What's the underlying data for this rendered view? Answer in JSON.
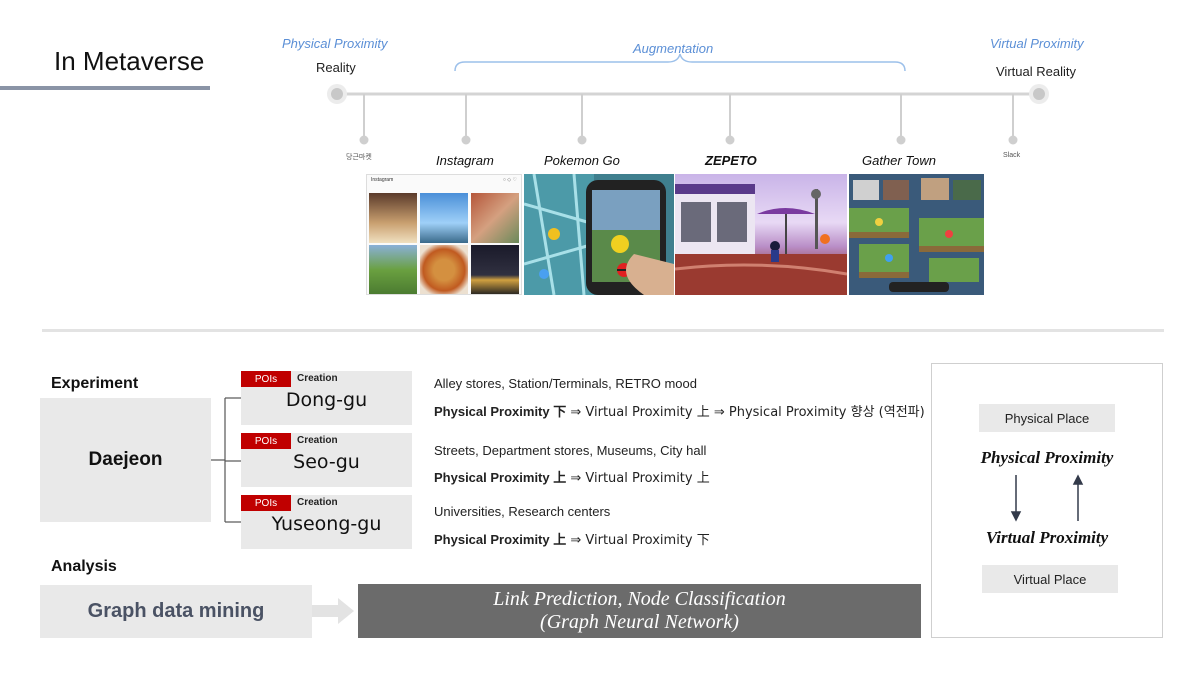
{
  "title": "In Metaverse",
  "timeline": {
    "left_category": "Physical Proximity",
    "left_label": "Reality",
    "middle_category": "Augmentation",
    "right_category": "Virtual Proximity",
    "right_label": "Virtual Reality",
    "points": [
      {
        "label": "당근마켓"
      },
      {
        "label": "Instagram"
      },
      {
        "label": "Pokemon Go"
      },
      {
        "label": "ZEPETO"
      },
      {
        "label": "Gather Town"
      },
      {
        "label": "Slack"
      }
    ]
  },
  "screens": {
    "instagram_header": "Instagram"
  },
  "experiment": {
    "label": "Experiment",
    "city": "Daejeon",
    "badge": "POIs",
    "creation": "Creation",
    "districts": [
      {
        "name": "Dong-gu",
        "desc": "Alley stores, Station/Terminals, RETRO mood",
        "effect_bold": "Physical Proximity 下",
        "effect_rest": " ⇒ Virtual Proximity 上 ⇒ Physical Proximity 향상 (역전파)"
      },
      {
        "name": "Seo-gu",
        "desc": "Streets, Department stores, Museums, City hall",
        "effect_bold": "Physical Proximity 上",
        "effect_rest": " ⇒ Virtual Proximity 上"
      },
      {
        "name": "Yuseong-gu",
        "desc": "Universities, Research centers",
        "effect_bold": "Physical Proximity 上",
        "effect_rest": " ⇒ Virtual Proximity 下"
      }
    ]
  },
  "analysis": {
    "label": "Analysis",
    "method": "Graph data mining",
    "task_line1": "Link Prediction, Node Classification",
    "task_line2": "(Graph Neural Network)"
  },
  "panel": {
    "physical_place": "Physical Place",
    "physical_proximity": "Physical Proximity",
    "virtual_proximity": "Virtual Proximity",
    "virtual_place": "Virtual Place"
  },
  "colors": {
    "accent_blue": "#5b8fd6",
    "badge_red": "#c00000",
    "title_underline": "#8a94a6",
    "box_gray": "#e9e9e9",
    "dark_box": "#6b6b6b"
  }
}
